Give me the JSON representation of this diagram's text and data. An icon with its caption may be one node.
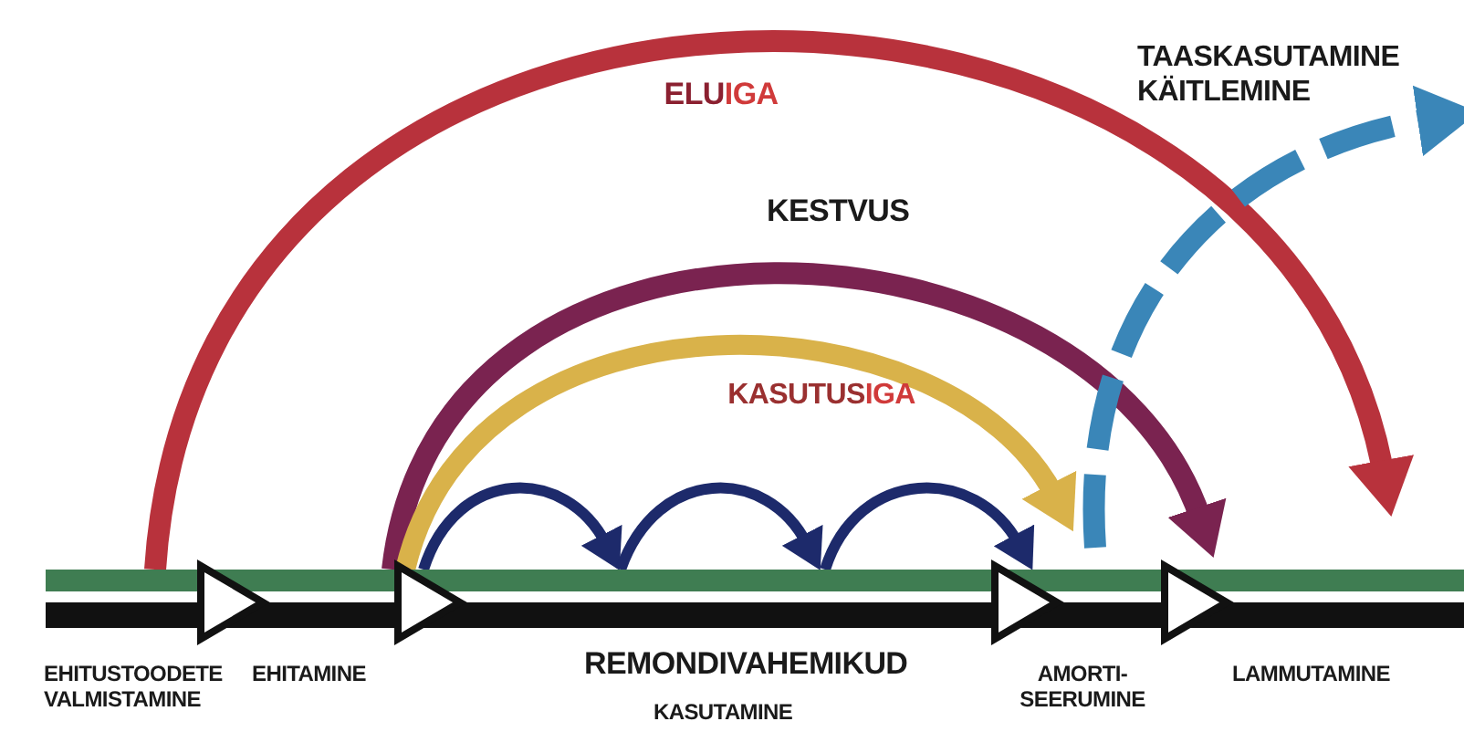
{
  "diagram": {
    "labels": [
      "ELU**IGA**",
      "TAASKASUTAMINE KÄITLEMINE",
      "KESTVUS",
      "KASUTUS**IGA**",
      "EHITUSTOODETE VALMISTAMINE",
      "EHITAMINE",
      "REMONDIVAHEMIKUD",
      "AMORTI- SEERUMINE",
      "LAMMUTAMINE",
      "KASUTAMINE"
    ]
  }
}
